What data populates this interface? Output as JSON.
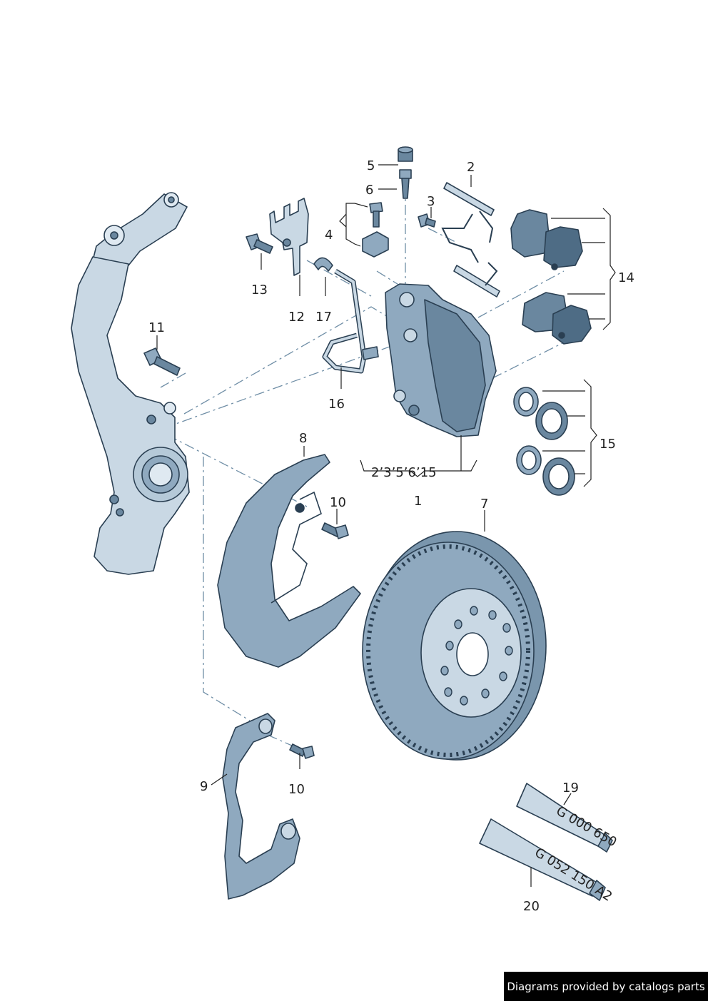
{
  "callouts": {
    "c1": "1",
    "c2": "2",
    "c3": "3",
    "c4": "4",
    "c5": "5",
    "c6": "6",
    "c7": "7",
    "c8": "8",
    "c9": "9",
    "c10a": "10",
    "c10b": "10",
    "c11": "11",
    "c12": "12",
    "c13": "13",
    "c14": "14",
    "c15": "15",
    "c16": "16",
    "c17": "17",
    "c19": "19",
    "c20": "20",
    "kit": "2’3’5’6’15"
  },
  "tubes": {
    "upper_marking": "G 000 650",
    "lower_marking": "G 052 150 A2"
  },
  "footer": {
    "text": "Diagrams provided by catalogs parts"
  },
  "colors": {
    "part_fill": "#8fa9bf",
    "part_light": "#c9d8e4",
    "outline": "#2a3f52",
    "centerline": "#6f8ea6"
  }
}
